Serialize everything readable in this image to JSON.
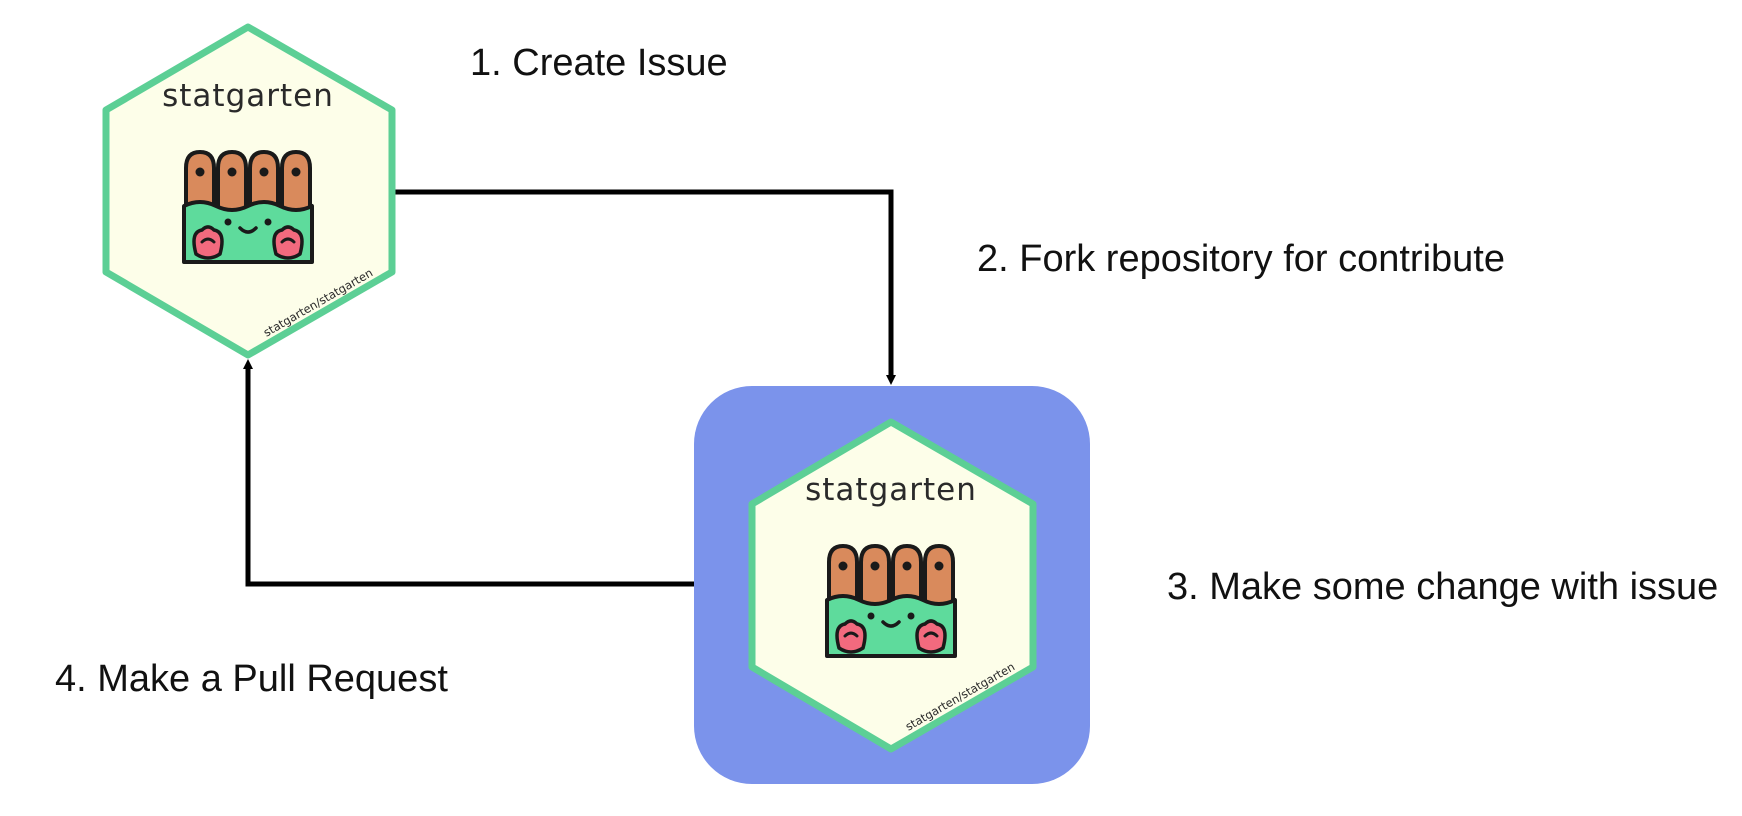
{
  "steps": {
    "create_issue": "1. Create Issue",
    "fork_repository": "2. Fork repository for contribute",
    "make_change": "3. Make some change with issue",
    "pull_request": "4. Make a Pull Request"
  },
  "logo_original": {
    "name": "statgarten",
    "url": "statgarten/statgarten"
  },
  "logo_fork": {
    "name": "statgarten",
    "url": "statgarten/statgarten"
  },
  "colors": {
    "hex_border": "#5ccf95",
    "hex_fill": "#fdfee9",
    "fork_background": "#7b93eb",
    "fence": "#d98a5c",
    "grass": "#5edb9c",
    "flower": "#f26a7e",
    "arrow": "#000000"
  }
}
